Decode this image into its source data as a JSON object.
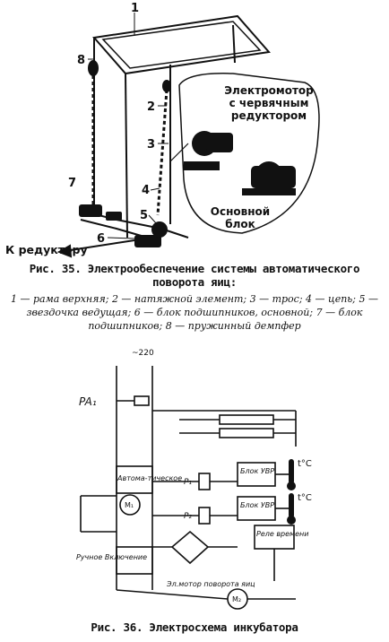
{
  "fig35": {
    "numbers": [
      "1",
      "8",
      "2",
      "3",
      "4",
      "7",
      "5",
      "6"
    ],
    "motor_label_lines": [
      "Электромотор",
      "с червячным",
      "редуктором"
    ],
    "base_label_lines": [
      "Основной",
      "блок"
    ],
    "reducer_label": "К редуктору",
    "caption_lines": [
      "Рис. 35. Электрообеспечение системы автоматического",
      "поворота яиц:"
    ],
    "legend": "1 — рама верхняя; 2 — натяжной элемент; 3 — трос; 4 — цепь; 5 — звездочка ведущая; 6 — блок подшипников, основной; 7 — блок подшипников; 8 — пружинный демпфер"
  },
  "fig36": {
    "supply": "~220",
    "pa": "PA₁",
    "switch_label": "Автома-тическое",
    "manual_label": "Ручное Включение",
    "p_labels": [
      "P₁",
      "P₂"
    ],
    "blocks": [
      "Блок\nУВР",
      "Блок\nУВР",
      "Реле\nвремени"
    ],
    "temps": [
      "t°C",
      "t°C"
    ],
    "motor_labels": [
      "M₁",
      "M₂"
    ],
    "motor2_caption": "Эл.мотор поворота яиц",
    "caption": "Рис. 36. Электросхема инкубатора"
  }
}
